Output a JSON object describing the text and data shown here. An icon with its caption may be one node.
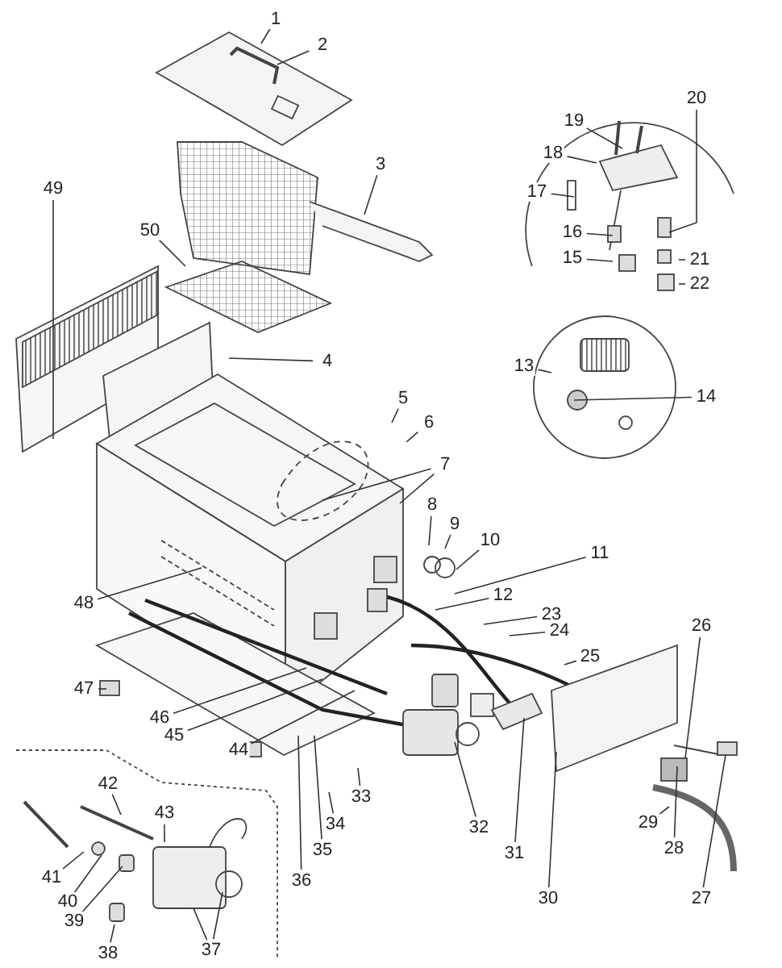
{
  "diagram": {
    "nodes": [
      {
        "text": [
          "1"
        ]
      },
      {
        "text": [
          "2"
        ]
      },
      {
        "text": [
          "3"
        ]
      },
      {
        "text": [
          "4"
        ]
      },
      {
        "text": [
          "5"
        ]
      },
      {
        "text": [
          "6"
        ]
      },
      {
        "text": [
          "7"
        ]
      },
      {
        "text": [
          "8"
        ]
      },
      {
        "text": [
          "9"
        ]
      },
      {
        "text": [
          "10"
        ]
      },
      {
        "text": [
          "11"
        ]
      },
      {
        "text": [
          "12"
        ]
      },
      {
        "text": [
          "13"
        ]
      },
      {
        "text": [
          "14"
        ]
      },
      {
        "text": [
          "15"
        ]
      },
      {
        "text": [
          "16"
        ]
      },
      {
        "text": [
          "17"
        ]
      },
      {
        "text": [
          "18"
        ]
      },
      {
        "text": [
          "19"
        ]
      },
      {
        "text": [
          "20"
        ]
      },
      {
        "text": [
          "21"
        ]
      },
      {
        "text": [
          "22"
        ]
      },
      {
        "text": [
          "23"
        ]
      },
      {
        "text": [
          "24"
        ]
      },
      {
        "text": [
          "25"
        ]
      },
      {
        "text": [
          "26"
        ]
      },
      {
        "text": [
          "27"
        ]
      },
      {
        "text": [
          "28"
        ]
      },
      {
        "text": [
          "29"
        ]
      },
      {
        "text": [
          "30"
        ]
      },
      {
        "text": [
          "31"
        ]
      },
      {
        "text": [
          "32"
        ]
      },
      {
        "text": [
          "33"
        ]
      },
      {
        "text": [
          "34"
        ]
      },
      {
        "text": [
          "35"
        ]
      },
      {
        "text": [
          "36"
        ]
      },
      {
        "text": [
          "37"
        ]
      },
      {
        "text": [
          "38"
        ]
      },
      {
        "text": [
          "39"
        ]
      },
      {
        "text": [
          "40"
        ]
      },
      {
        "text": [
          "41"
        ]
      },
      {
        "text": [
          "42"
        ]
      },
      {
        "text": [
          "43"
        ]
      },
      {
        "text": [
          "44"
        ]
      },
      {
        "text": [
          "45"
        ]
      },
      {
        "text": [
          "46"
        ]
      },
      {
        "text": [
          "47"
        ]
      },
      {
        "text": [
          "48"
        ]
      },
      {
        "text": [
          "49"
        ]
      },
      {
        "text": [
          "50"
        ]
      }
    ],
    "edges": [
      {
        "from": 0,
        "to": null,
        "arrow": "none"
      },
      {
        "from": 1,
        "to": null,
        "arrow": "none"
      },
      {
        "from": 2,
        "to": null,
        "arrow": "none"
      },
      {
        "from": 3,
        "to": null,
        "arrow": "none"
      },
      {
        "from": 4,
        "to": null,
        "arrow": "none"
      },
      {
        "from": 5,
        "to": null,
        "arrow": "none"
      },
      {
        "from": 6,
        "to": null,
        "arrow": "none"
      },
      {
        "from": 6,
        "to": null,
        "arrow": "none"
      },
      {
        "from": 7,
        "to": null,
        "arrow": "none"
      },
      {
        "from": 8,
        "to": null,
        "arrow": "none"
      },
      {
        "from": 9,
        "to": null,
        "arrow": "none"
      },
      {
        "from": 10,
        "to": null,
        "arrow": "none"
      },
      {
        "from": 11,
        "to": null,
        "arrow": "none"
      },
      {
        "from": 12,
        "to": null,
        "arrow": "none"
      },
      {
        "from": 13,
        "to": null,
        "arrow": "none"
      },
      {
        "from": 14,
        "to": null,
        "arrow": "none"
      },
      {
        "from": 15,
        "to": null,
        "arrow": "none"
      },
      {
        "from": 16,
        "to": null,
        "arrow": "none"
      },
      {
        "from": 17,
        "to": null,
        "arrow": "none"
      },
      {
        "from": 18,
        "to": null,
        "arrow": "none"
      },
      {
        "from": 19,
        "to": null,
        "arrow": "none"
      },
      {
        "from": 20,
        "to": null,
        "arrow": "none"
      },
      {
        "from": 21,
        "to": null,
        "arrow": "none"
      },
      {
        "from": 22,
        "to": null,
        "arrow": "none"
      },
      {
        "from": 23,
        "to": null,
        "arrow": "none"
      },
      {
        "from": 24,
        "to": null,
        "arrow": "none"
      },
      {
        "from": 25,
        "to": null,
        "arrow": "none"
      },
      {
        "from": 26,
        "to": null,
        "arrow": "none"
      },
      {
        "from": 27,
        "to": null,
        "arrow": "none"
      },
      {
        "from": 28,
        "to": null,
        "arrow": "none"
      },
      {
        "from": 29,
        "to": null,
        "arrow": "none"
      },
      {
        "from": 30,
        "to": null,
        "arrow": "none"
      },
      {
        "from": 31,
        "to": null,
        "arrow": "none"
      },
      {
        "from": 32,
        "to": null,
        "arrow": "none"
      },
      {
        "from": 33,
        "to": null,
        "arrow": "none"
      },
      {
        "from": 34,
        "to": null,
        "arrow": "none"
      },
      {
        "from": 35,
        "to": null,
        "arrow": "none"
      },
      {
        "from": 36,
        "to": null,
        "arrow": "none"
      },
      {
        "from": 36,
        "to": null,
        "arrow": "none"
      },
      {
        "from": 37,
        "to": null,
        "arrow": "none"
      },
      {
        "from": 38,
        "to": null,
        "arrow": "none"
      },
      {
        "from": 39,
        "to": null,
        "arrow": "none"
      },
      {
        "from": 40,
        "to": null,
        "arrow": "none"
      },
      {
        "from": 41,
        "to": null,
        "arrow": "none"
      },
      {
        "from": 42,
        "to": null,
        "arrow": "none"
      },
      {
        "from": 43,
        "to": null,
        "arrow": "none"
      },
      {
        "from": 44,
        "to": null,
        "arrow": "none"
      },
      {
        "from": 45,
        "to": null,
        "arrow": "none"
      },
      {
        "from": 46,
        "to": null,
        "arrow": "none"
      },
      {
        "from": 47,
        "to": null,
        "arrow": "none"
      },
      {
        "from": 48,
        "to": null,
        "arrow": "none"
      },
      {
        "from": 49,
        "to": null,
        "arrow": "none"
      }
    ]
  }
}
